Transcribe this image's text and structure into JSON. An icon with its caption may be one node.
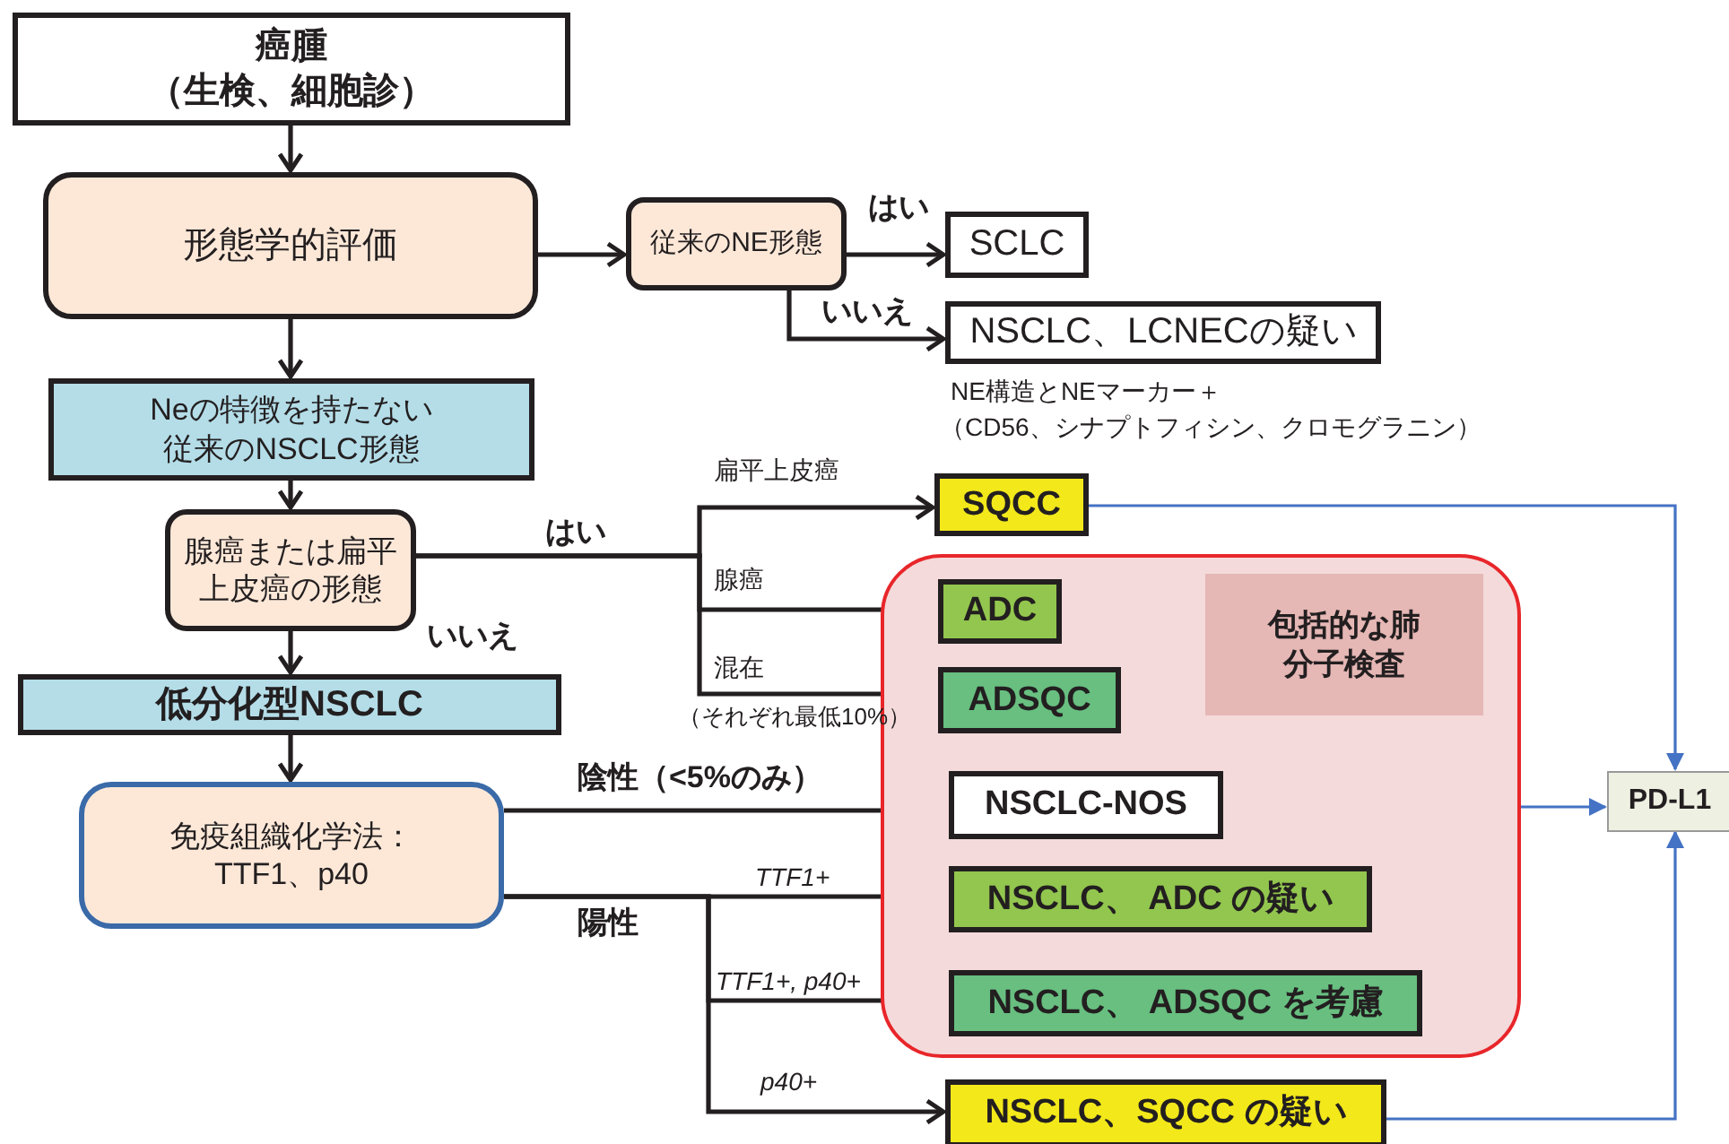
{
  "diagram": {
    "nodes": [
      {
        "text": [
          "癌腫",
          "（生検、細胞診）"
        ]
      },
      {
        "text": [
          "形態学的評価"
        ]
      },
      {
        "text": [
          "従来のNE形態"
        ]
      },
      {
        "text": [
          "SCLC"
        ]
      },
      {
        "text": [
          "NSCLC、LCNECの疑い"
        ],
        "beside": [
          "NE構造とNEマーカー＋",
          "（CD56、シナプトフィシン、クロモグラニン）"
        ]
      },
      {
        "text": [
          "Neの特徴を持たない従来のNSCLC形態"
        ]
      },
      {
        "text": [
          "腺癌または扁平上皮癌の形態"
        ]
      },
      {
        "text": [
          "低分化型NSCLC"
        ]
      },
      {
        "text": [
          "免疫組織化学法：TTF1、p40"
        ]
      },
      {
        "text": [
          "SQCC"
        ]
      },
      {
        "text": [],
        "shape": "box"
      },
      {
        "text": [
          "包括的な肺分子検査"
        ],
        "in": 10
      },
      {
        "text": [
          "ADC"
        ],
        "in": 10
      },
      {
        "text": [
          "ADSQC"
        ],
        "in": 10
      },
      {
        "text": [
          "NSCLC-NOS"
        ],
        "in": 10
      },
      {
        "text": [
          "NSCLC、 ADC の疑い"
        ],
        "in": 10
      },
      {
        "text": [
          "NSCLC、 ADSQC を考慮"
        ],
        "in": 10
      },
      {
        "text": [
          "NSCLC、SQCC の疑い"
        ]
      },
      {
        "text": [
          "PD-L1"
        ]
      }
    ],
    "edges": [
      {
        "from": 0,
        "to": 1,
        "arrow": "to"
      },
      {
        "from": 1,
        "to": 2,
        "arrow": "to"
      },
      {
        "from": 2,
        "to": 3,
        "arrow": "to",
        "label": "はい"
      },
      {
        "from": 2,
        "to": 4,
        "arrow": "to",
        "label": "いいえ"
      },
      {
        "from": 1,
        "to": 5,
        "arrow": "to"
      },
      {
        "from": 5,
        "to": 6,
        "arrow": "to"
      },
      {
        "from": 6,
        "to": 9,
        "arrow": "to",
        "label": "扁平上皮癌"
      },
      {
        "from": 6,
        "to": 12,
        "arrow": "to",
        "label": "腺癌"
      },
      {
        "from": 6,
        "to": 13,
        "arrow": "to",
        "label": "混在"
      },
      {
        "from": 6,
        "to": 7,
        "arrow": "to",
        "label": "いいえ"
      },
      {
        "from": 7,
        "to": 8,
        "arrow": "to"
      },
      {
        "from": 8,
        "to": 14,
        "arrow": "to",
        "label": "陰性（<5%のみ）"
      },
      {
        "from": 8,
        "to": 15,
        "arrow": "to",
        "label": "TTF1+"
      },
      {
        "from": 8,
        "to": 16,
        "arrow": "to",
        "label": "TTF1+, p40+"
      },
      {
        "from": 8,
        "to": 17,
        "arrow": "to",
        "label": "p40+"
      },
      {
        "from": 9,
        "to": 18,
        "arrow": "to",
        "color": "#4472c4"
      },
      {
        "from": 10,
        "to": 18,
        "arrow": "to",
        "color": "#4472c4"
      },
      {
        "from": 17,
        "to": 18,
        "arrow": "to",
        "color": "#4472c4"
      }
    ],
    "labels": [
      "はい",
      "（それぞれ最低10%）",
      "陽性"
    ]
  }
}
